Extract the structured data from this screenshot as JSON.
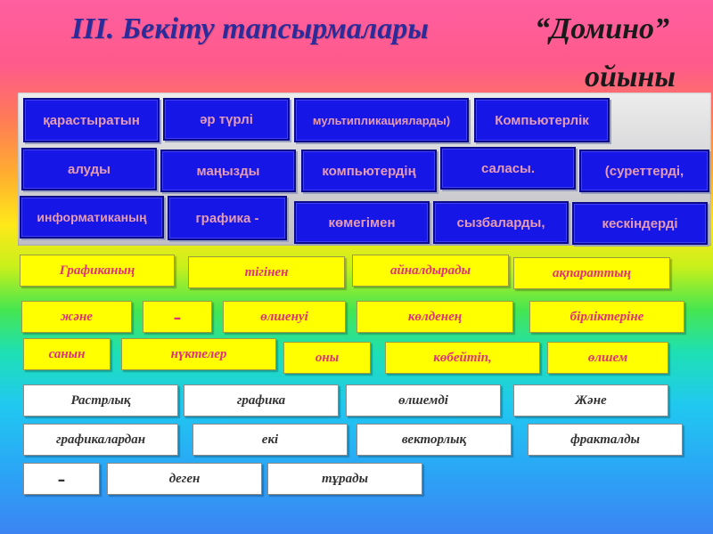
{
  "title": {
    "part1": "III. Бекіту  тапсырмалары",
    "part2": "“Домино”",
    "part3": "ойыны"
  },
  "blue_tiles": [
    "қарастыратын",
    "әр түрлі",
    "мультипликацияларды)",
    "Компьютерлік",
    "алуды",
    "маңызды",
    "компьютердің",
    "саласы.",
    "(суреттерді,",
    "информатиканың",
    "графика -",
    "көмегімен",
    "сызбаларды,",
    "кескіндерді"
  ],
  "yellow_tiles": [
    "Графиканың",
    "тігінен",
    "айналдырады",
    "ақпараттың",
    "және",
    "-",
    "өлшенуі",
    "көлденең",
    "бірліктеріне",
    "санын",
    "нүктелер",
    "оны",
    "көбейтіп,",
    "өлшем"
  ],
  "white_tiles": [
    "Растрлық",
    "графика",
    "өлшемді",
    "Және",
    "графикалардан",
    "екі",
    "векторлық",
    "фракталды",
    "-",
    "деген",
    "тұрады"
  ],
  "colors": {
    "blue_tile": "#1616e6",
    "blue_text": "#e59bb6",
    "yellow_tile": "#ffff00",
    "yellow_text": "#e0327a",
    "white_tile": "#ffffff",
    "title": "#2b2b9a"
  }
}
